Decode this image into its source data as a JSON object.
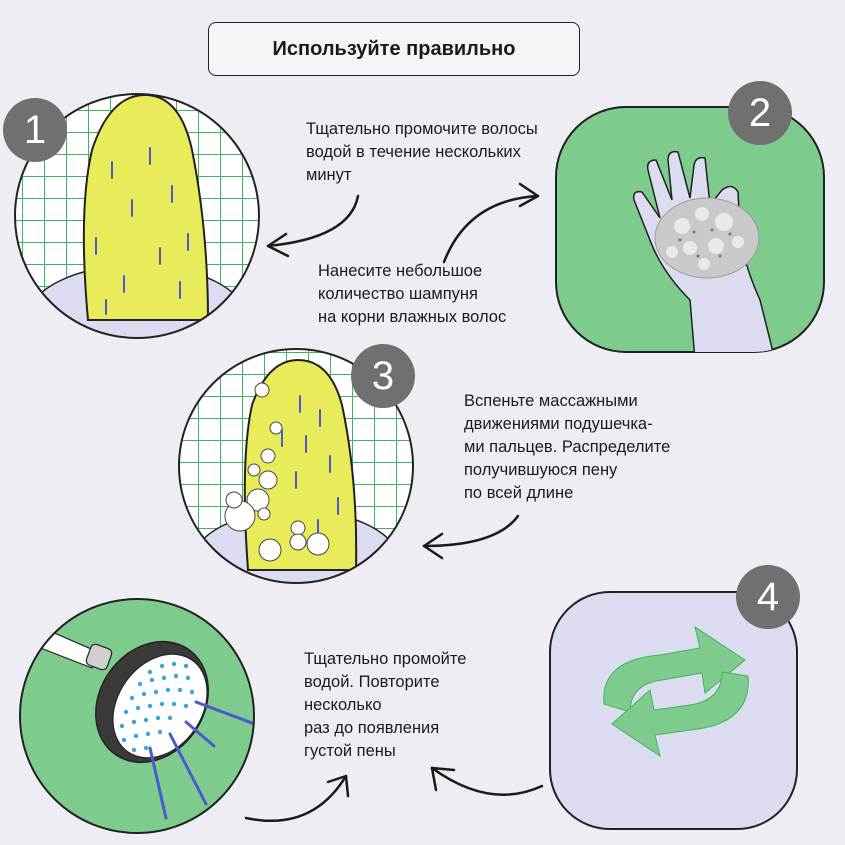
{
  "title": "Используйте правильно",
  "steps": [
    {
      "number": "1",
      "text": "Тщательно промочите волосы\nводой в течение нескольких\nминут"
    },
    {
      "number": "2",
      "text": "Нанесите небольшое\nколичество шампуня\nна корни влажных волос"
    },
    {
      "number": "3",
      "text": "Вспеньте массажными\nдвижениями подушечка-\nми пальцев. Распределите\nполучившуюся пену\nпо всей длине"
    },
    {
      "number": "4",
      "text": "Тщательно промойте\nводой. Повторите\nнесколько\nраз до появления\nгустой пены"
    }
  ],
  "icons": [
    "wet-hair-icon",
    "shampoo-hand-icon",
    "foam-hair-icon",
    "repeat-icon",
    "shower-head-icon"
  ],
  "colors": {
    "background": "#eeedf3",
    "green": "#7ecb8e",
    "hair": "#e8ec5a",
    "badge": "#707070",
    "tile_grid": "#3fb55e",
    "lavender": "#dcdcf0"
  }
}
